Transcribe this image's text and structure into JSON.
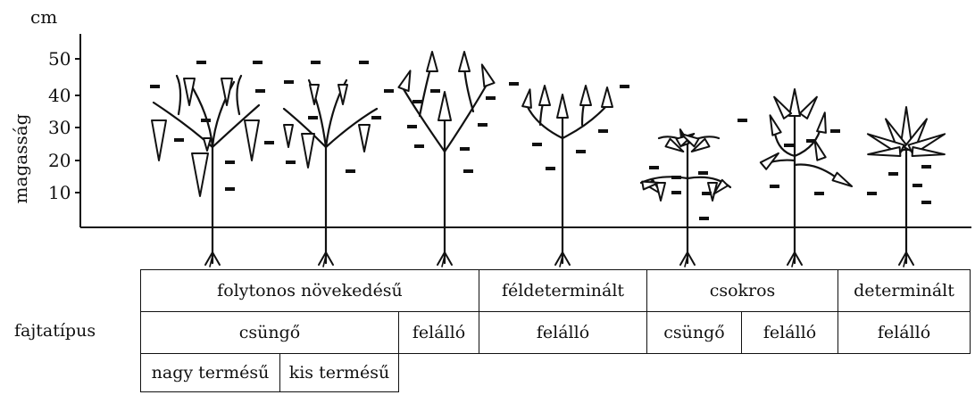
{
  "axis": {
    "unit": "cm",
    "label": "magasság",
    "ticks": [
      "50",
      "40",
      "30",
      "20",
      "10"
    ]
  },
  "table": {
    "row_label": "fajtatípus",
    "growth": [
      "folytonos növekedésű",
      "féldeterminált",
      "csokros",
      "determinált"
    ],
    "habit": [
      "csüngő",
      "felálló",
      "felálló",
      "csüngő",
      "felálló",
      "felálló"
    ],
    "fruit_size": [
      "nagy termésű",
      "kis termésű"
    ]
  },
  "plants": [
    {
      "growth": "folytonos növekedésű",
      "habit": "csüngő",
      "fruit": "nagy termésű"
    },
    {
      "growth": "folytonos növekedésű",
      "habit": "csüngő",
      "fruit": "kis termésű"
    },
    {
      "growth": "folytonos növekedésű",
      "habit": "felálló"
    },
    {
      "growth": "féldeterminált",
      "habit": "felálló"
    },
    {
      "growth": "csokros",
      "habit": "csüngő"
    },
    {
      "growth": "csokros",
      "habit": "felálló"
    },
    {
      "growth": "determinált",
      "habit": "felálló"
    }
  ]
}
